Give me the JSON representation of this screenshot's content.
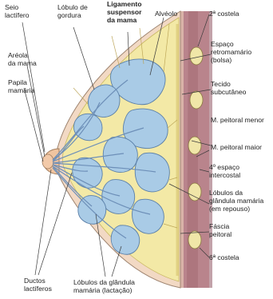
{
  "labels": {
    "seio_lactifero": [
      "Seio",
      "lactífero"
    ],
    "lobulo_gordura": [
      "Lóbulo de",
      "gordura"
    ],
    "ligamento": [
      "Ligamento",
      "suspensor",
      "da mama"
    ],
    "alveolo": [
      "Alvéolo"
    ],
    "costela_2": [
      "2ª costela"
    ],
    "espaco_retromamario": [
      "Espaço",
      "retromamário",
      "(bolsa)"
    ],
    "tecido_subcutaneo": [
      "Tecido",
      "subcutâneo"
    ],
    "peitoral_menor": [
      "M. peitoral menor"
    ],
    "peitoral_maior": [
      "M. peitoral maior"
    ],
    "espaco_intercostal": [
      "4º espaço",
      "intercostal"
    ],
    "lobulos_repouso": [
      "Lóbulos da",
      "glândula mamária",
      "(em repouso)"
    ],
    "fascia_peitoral": [
      "Fáscia",
      "peitoral"
    ],
    "costela_6": [
      "6ª costela"
    ],
    "areola": [
      "Aréola",
      "da mama"
    ],
    "papila": [
      "Papila",
      "mamária"
    ],
    "ductos": [
      "Ductos",
      "lactíferos"
    ],
    "lobulos_lactacao": [
      "Lóbulos da glândula",
      "mamária (lactação)"
    ]
  },
  "colors": {
    "fat": "#f3e9a6",
    "fat_dark": "#e2d47c",
    "lobule": "#a9cbe6",
    "lobule_edge": "#5a7fa8",
    "duct": "#6d8fb8",
    "skin": "#f2d9c4",
    "muscle": "#b9848c",
    "muscle_dark": "#9a6470",
    "rib": "#f0e6a8"
  }
}
